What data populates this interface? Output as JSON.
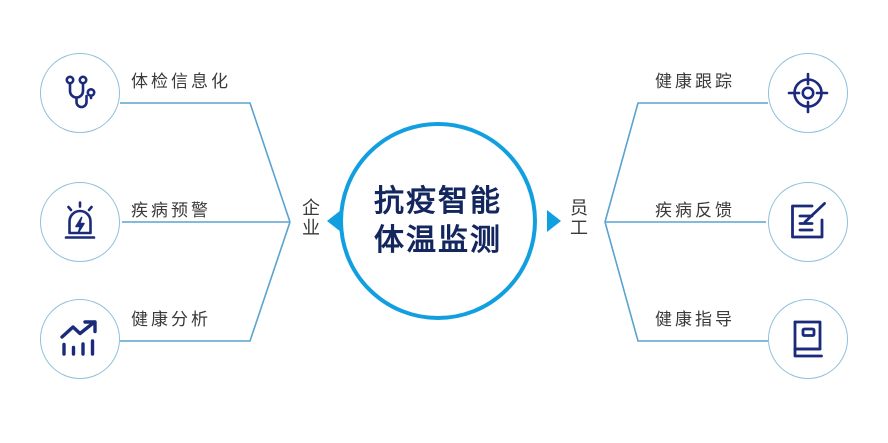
{
  "diagram": {
    "center": {
      "line1": "抗疫智能",
      "line2": "体温监测",
      "circle_color": "#129fe0",
      "text_color": "#13265e"
    },
    "connectors": {
      "left": {
        "char1": "企",
        "char2": "业"
      },
      "right": {
        "char1": "员",
        "char2": "工"
      }
    },
    "left_nodes": [
      {
        "label": "体检信息化",
        "icon": "stethoscope-icon"
      },
      {
        "label": "疾病预警",
        "icon": "alarm-siren-icon"
      },
      {
        "label": "健康分析",
        "icon": "growth-chart-icon"
      }
    ],
    "right_nodes": [
      {
        "label": "健康跟踪",
        "icon": "target-crosshair-icon"
      },
      {
        "label": "疾病反馈",
        "icon": "edit-document-icon"
      },
      {
        "label": "健康指导",
        "icon": "book-icon"
      }
    ],
    "colors": {
      "line": "#5aa3ce",
      "icon_ring": "#8fc0dc",
      "icon_stroke": "#1b2a7a",
      "accent": "#129fe0",
      "label_text": "#3a3a3a"
    }
  }
}
